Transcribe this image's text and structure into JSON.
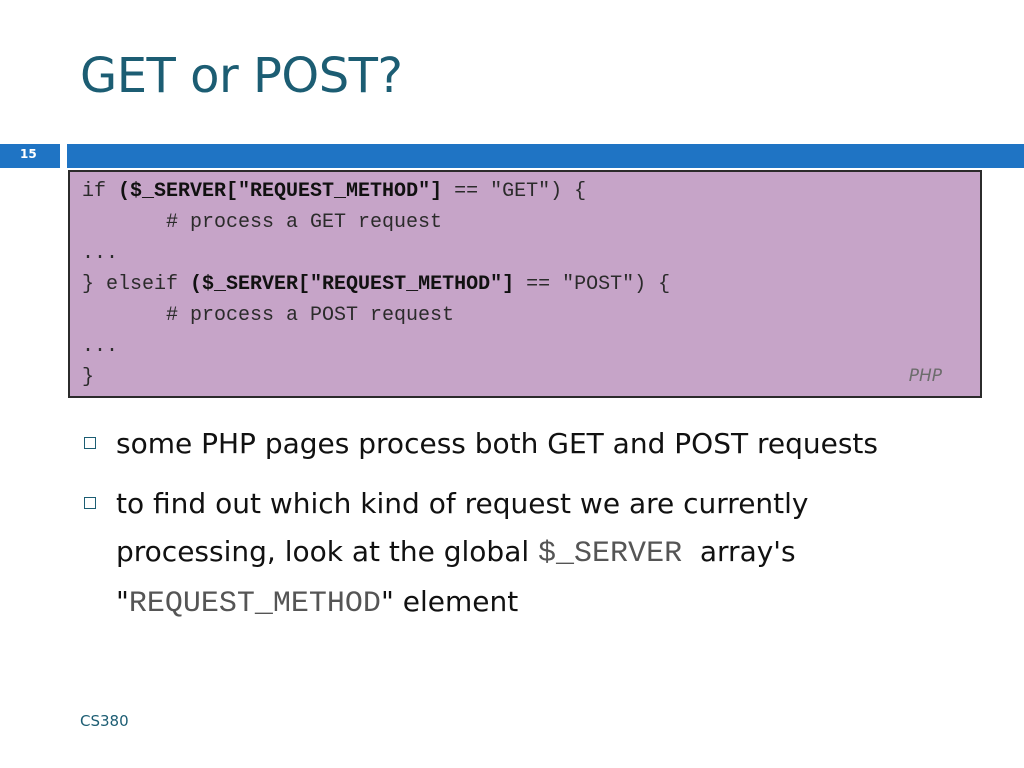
{
  "slide": {
    "title": "GET or POST?",
    "number": "15",
    "footer": "CS380"
  },
  "code": {
    "language_label": "PHP",
    "lines": {
      "l1a": "if ",
      "l1b": "($_SERVER[\"REQUEST_METHOD\"]",
      "l1c": " == \"GET\") {",
      "l2": "       # process a GET request",
      "l3": "...",
      "l4a": "} elseif ",
      "l4b": "($_SERVER[\"REQUEST_METHOD\"]",
      "l4c": " == \"POST\") {",
      "l5": "       # process a POST request",
      "l6": "...",
      "l7": "}"
    }
  },
  "bullets": {
    "b1": "some PHP pages process both GET and POST requests",
    "b2_part1": "to find out which kind of request we are currently processing, look at the global ",
    "b2_code1": "$_SERVER",
    "b2_part2": "  array's \"",
    "b2_code2": "REQUEST_METHOD",
    "b2_part3": "\" element"
  },
  "colors": {
    "title": "#1c5d73",
    "header_bar": "#1f74c4",
    "code_background": "#c6a4c8"
  }
}
